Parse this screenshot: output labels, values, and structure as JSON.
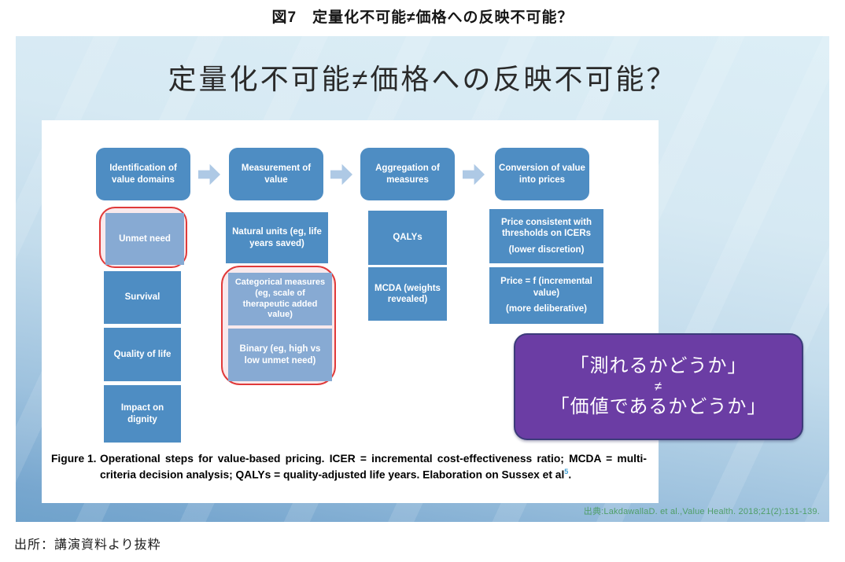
{
  "page": {
    "figure_label": "図7　定量化不可能≠価格への反映不可能？",
    "source_note": "出所：講演資料より抜粋"
  },
  "slide": {
    "title": "定量化不可能≠価格への反映不可能？",
    "citation": "出典:LakdawallaD. et al.,Value Health. 2018;21(2):131-139."
  },
  "flowchart": {
    "columns": [
      {
        "header": "Identification of value domains",
        "items": [
          {
            "label": "Unmet need",
            "highlighted": true
          },
          {
            "label": "Survival",
            "highlighted": false
          },
          {
            "label": "Quality of life",
            "highlighted": false
          },
          {
            "label": "Impact on dignity",
            "highlighted": false
          }
        ]
      },
      {
        "header": "Measurement of value",
        "items": [
          {
            "label": "Natural units (eg, life years saved)",
            "highlighted": false
          },
          {
            "label": "Categorical measures (eg, scale of therapeutic added value)",
            "highlighted": true
          },
          {
            "label": "Binary (eg, high vs low unmet need)",
            "highlighted": true
          }
        ]
      },
      {
        "header": "Aggregation of measures",
        "items": [
          {
            "label": "QALYs",
            "highlighted": false
          },
          {
            "label": "MCDA (weights revealed)",
            "highlighted": false
          }
        ]
      },
      {
        "header": "Conversion of value into prices",
        "items": [
          {
            "label": "Price consistent with thresholds on ICERs",
            "sub": "(lower discretion)",
            "highlighted": false
          },
          {
            "label": "Price = f (incremental value)",
            "sub": "(more deliberative)",
            "highlighted": false
          }
        ]
      }
    ]
  },
  "caption": {
    "label": "Figure 1.",
    "body": "Operational steps for value-based pricing. ICER = incremental cost-effectiveness ratio; MCDA = multi-criteria decision analysis; QALYs = quality-adjusted life years. Elaboration on Sussex et al",
    "superscript": "5",
    "period": "."
  },
  "callout": {
    "line1": "「測れるかどうか」",
    "line2": "≠",
    "line3": "「価値であるかどうか」"
  },
  "colors": {
    "box_blue": "#4e8dc3",
    "box_light_blue": "#87aad3",
    "highlight_red": "#e03a3a",
    "arrow_blue": "#aec9e5",
    "callout_purple": "#6b3da4",
    "callout_border": "#3c3b7a",
    "citation_green": "#4f9e68",
    "superscript_blue": "#3e9fd4"
  }
}
